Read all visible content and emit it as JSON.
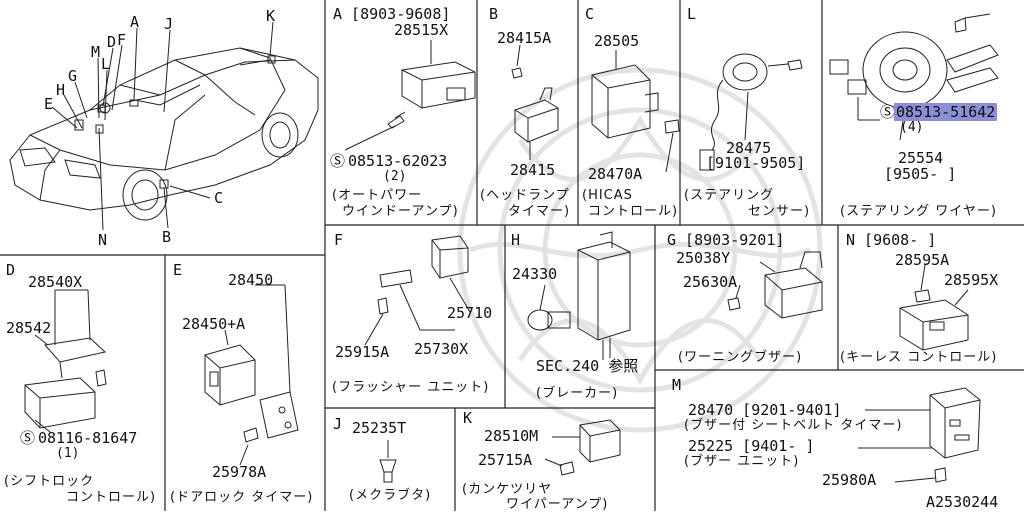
{
  "diagram_id": "A2530244",
  "colors": {
    "line": "#222222",
    "highlight": "#8a8fd6",
    "watermark": "#e6e6e6"
  },
  "overview_callouts": [
    "A",
    "J",
    "K",
    "D",
    "M",
    "F",
    "L",
    "G",
    "H",
    "E",
    "N",
    "B",
    "C"
  ],
  "sections": {
    "A": {
      "header": "A [8903-9608]",
      "part": "28515X",
      "screw": "08513-62023",
      "screw_qty": "(2)",
      "name_1": "(オートパワー",
      "name_2": "ウインドーアンプ)"
    },
    "B": {
      "header": "B",
      "part_top": "28415A",
      "part": "28415",
      "name_1": "(ヘッドランプ",
      "name_2": "タイマー)"
    },
    "C": {
      "header": "C",
      "part": "28505",
      "part_2": "28470A",
      "name_1": "(HICAS",
      "name_2": "コントロール)"
    },
    "L": {
      "header": "L",
      "part": "28475",
      "range": "[9101-9505]",
      "name_1": "(ステアリング",
      "name_2": "センサー)"
    },
    "R": {
      "screw": "08513-51642",
      "screw_qty": "(4)",
      "part": "25554",
      "range": "[9505-    ]",
      "name_1": "(ステアリング ワイヤー)"
    },
    "D": {
      "header": "D",
      "part_1": "28540X",
      "part_2": "28542",
      "screw": "08116-81647",
      "screw_qty": "(1)",
      "name_1": "(シフトロック",
      "name_2": "コントロール)"
    },
    "E": {
      "header": "E",
      "part_1": "28450",
      "part_2": "28450+A",
      "part_3": "25978A",
      "name_1": "(ドアロック タイマー)"
    },
    "F": {
      "header": "F",
      "part_1": "25710",
      "part_2": "25915A",
      "part_3": "25730X",
      "name_1": "(フラッシャー ユニット)"
    },
    "H": {
      "header": "H",
      "part_1": "24330",
      "ref": "SEC.240 参照",
      "name_1": "(ブレーカー)"
    },
    "G": {
      "header": "G [8903-9201]",
      "part_1": "25038Y",
      "part_2": "25630A",
      "name_1": "(ワーニングブザー)"
    },
    "N": {
      "header": "N [9608-    ]",
      "part_1": "28595A",
      "part_2": "28595X",
      "name_1": "(キーレス コントロール)"
    },
    "J": {
      "header": "J",
      "part_1": "25235T",
      "name_1": "(メクラブタ)"
    },
    "K": {
      "header": "K",
      "part_1": "28510M",
      "part_2": "25715A",
      "name_1": "(カンケツリヤ",
      "name_2": "ワイパーアンプ)"
    },
    "M": {
      "header": "M",
      "line_1": "28470 [9201-9401]",
      "line_2": "(ブザー付 シートベルト タイマー)",
      "line_3": "25225 [9401-    ]",
      "line_4": "(ブザー ユニット)",
      "part_2": "25980A"
    }
  }
}
